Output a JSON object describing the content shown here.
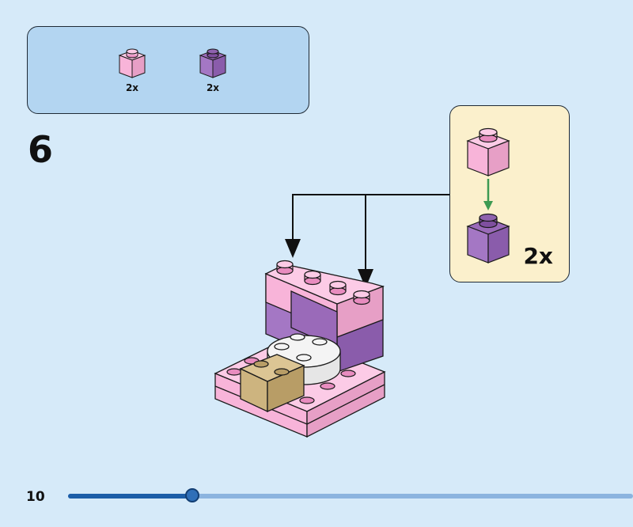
{
  "parts_list": {
    "items": [
      {
        "icon": "pink-1x1-brick-icon",
        "color": "#f8b4d9",
        "qty": "2x"
      },
      {
        "icon": "purple-1x1-brick-icon",
        "color": "#a477c4",
        "qty": "2x"
      }
    ]
  },
  "step": {
    "number": "6"
  },
  "callout": {
    "qty": "2x"
  },
  "colors": {
    "pink": "#f8b4d9",
    "purple": "#a477c4",
    "tan": "#cdb47f",
    "white": "#f4f4f4",
    "arrow_green": "#3d9a52"
  },
  "footer": {
    "page_number": "10",
    "progress": 0.22
  }
}
